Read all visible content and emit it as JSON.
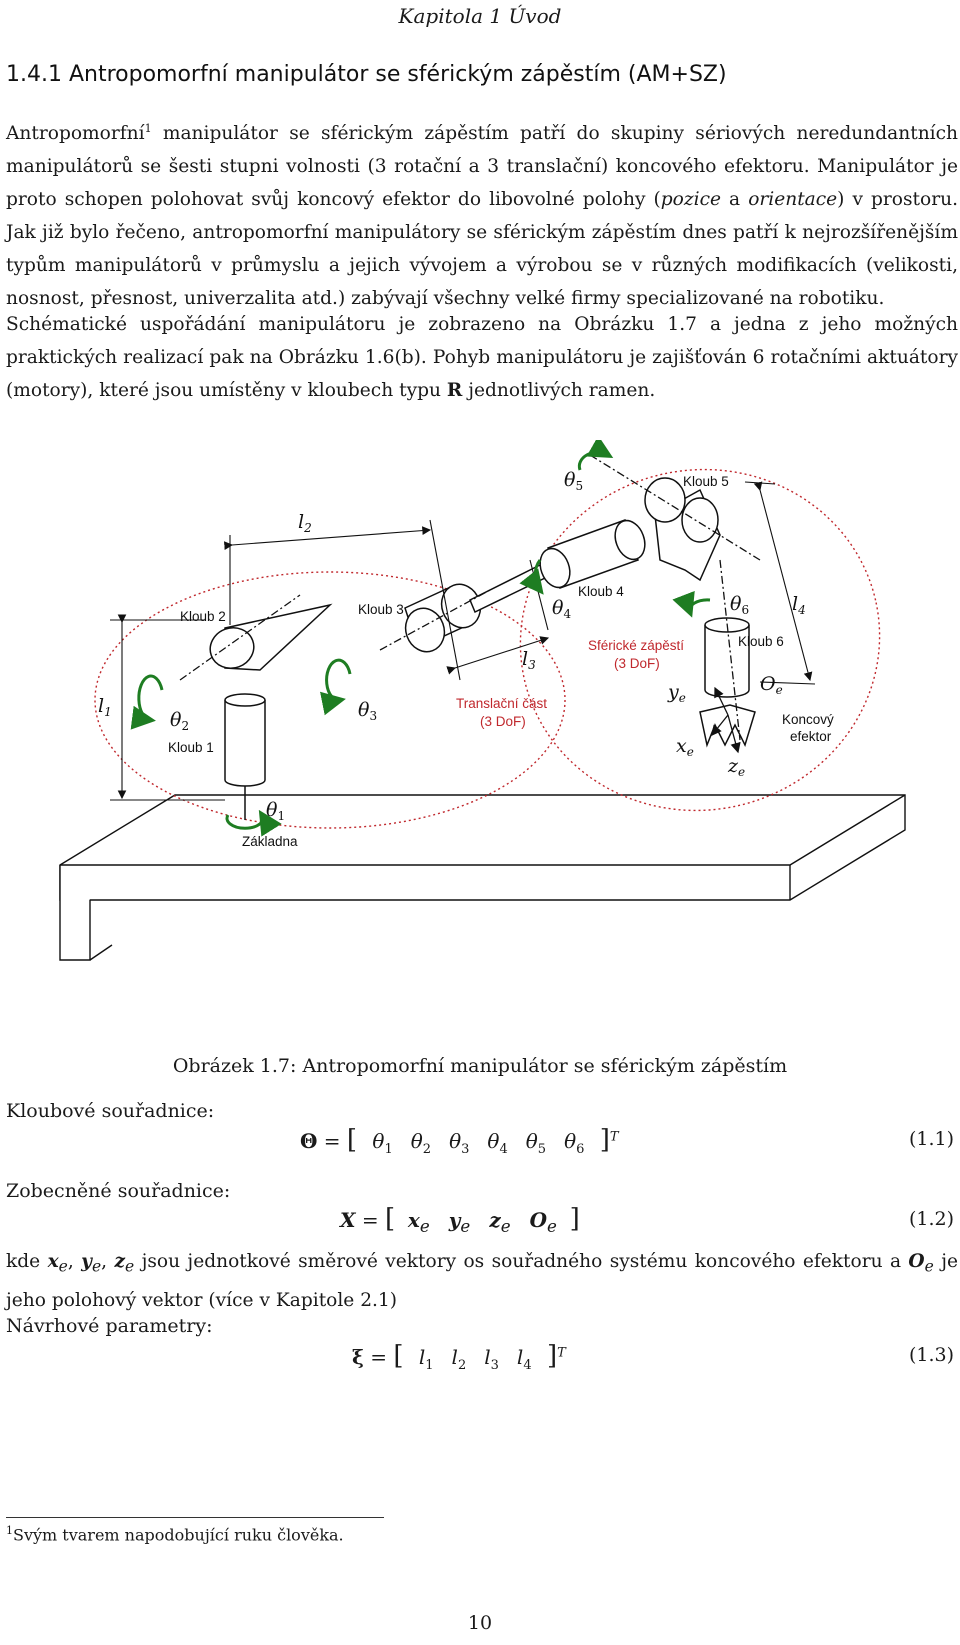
{
  "header": "Kapitola 1  Úvod",
  "section_title": "1.4.1 Antropomorfní manipulátor se sférickým zápěstím (AM+SZ)",
  "para1": {
    "word1": "Antropomorfní",
    "footnote_mark": "1",
    "rest": " manipulátor se sférickým zápěstím patří do skupiny sériových neredundantních manipulátorů se šesti stupni volnosti (3 rotační a 3 translační) koncového efektoru. Manipulátor je proto schopen polohovat svůj koncový efektor do libovolné polohy (",
    "pozice": "pozice",
    "a": " a ",
    "orientace": "orientace",
    "rest2": ") v prostoru. Jak již bylo řečeno, antropomorfní manipulátory se sférickým zápěstím dnes patří k nejrozšířenějším typům manipulátorů v průmyslu a jejich vývojem a výrobou se v různých modifikacích (velikosti, nosnost, přesnost, univerzalita atd.) zabývají všechny velké firmy specializované na robotiku."
  },
  "para2": {
    "part1": "Schématické uspořádání manipulátoru je zobrazeno na Obrázku 1.7 a jedna z jeho možných praktických realizací pak na Obrázku 1.6(b). Pohyb manipulátoru je zajišťován 6 rotačními aktuátory (motory), které jsou umístěny v kloubech typu ",
    "R": "R",
    "part2": " jednotlivých ramen."
  },
  "figure": {
    "labels": {
      "l1": "l",
      "l1s": "1",
      "l2": "l",
      "l2s": "2",
      "l3": "l",
      "l3s": "3",
      "l4": "l",
      "l4s": "4",
      "t1": "θ",
      "t1s": "1",
      "t2": "θ",
      "t2s": "2",
      "t3": "θ",
      "t3s": "3",
      "t4": "θ",
      "t4s": "4",
      "t5": "θ",
      "t5s": "5",
      "t6": "θ",
      "t6s": "6",
      "k1": "Kloub 1",
      "k2": "Kloub 2",
      "k3": "Kloub 3",
      "k4": "Kloub 4",
      "k5": "Kloub 5",
      "k6": "Kloub 6",
      "base": "Základna",
      "trans1": "Translační část",
      "trans2": "(3 DoF)",
      "sph1": "Sférické zápěstí",
      "sph2": "(3 DoF)",
      "eff1": "Koncový",
      "eff2": "efektor",
      "ye": "y",
      "xe": "x",
      "ze": "z",
      "Oe": "O",
      "es": "e"
    },
    "colors": {
      "accent_red": "#c0282d",
      "arrow_green": "#1e7d22",
      "line": "#111111"
    }
  },
  "caption": "Obrázek 1.7: Antropomorfní manipulátor se sférickým zápěstím",
  "eq1": {
    "label": "Kloubové souřadnice:",
    "lhs": "Θ",
    "num": "(1.1)",
    "items": [
      "1",
      "2",
      "3",
      "4",
      "5",
      "6"
    ],
    "sym": "θ",
    "T": "T"
  },
  "eq2": {
    "label": "Zobecněné souřadnice:",
    "lhs": "X",
    "num": "(1.2)"
  },
  "para3": {
    "kde": "kde ",
    "mid": " jsou jednotkové směrové vektory os souřadného systému koncového efektoru a ",
    "end": " je jeho polohový vektor (více v Kapitole 2.1)"
  },
  "eq3": {
    "label": "Návrhové parametry:",
    "lhs": "ξ",
    "num": "(1.3)",
    "items": [
      "1",
      "2",
      "3",
      "4"
    ],
    "sym": "l",
    "T": "T"
  },
  "footnote": {
    "mark": "1",
    "text": "Svým tvarem napodobující ruku člověka."
  },
  "page_number": "10"
}
